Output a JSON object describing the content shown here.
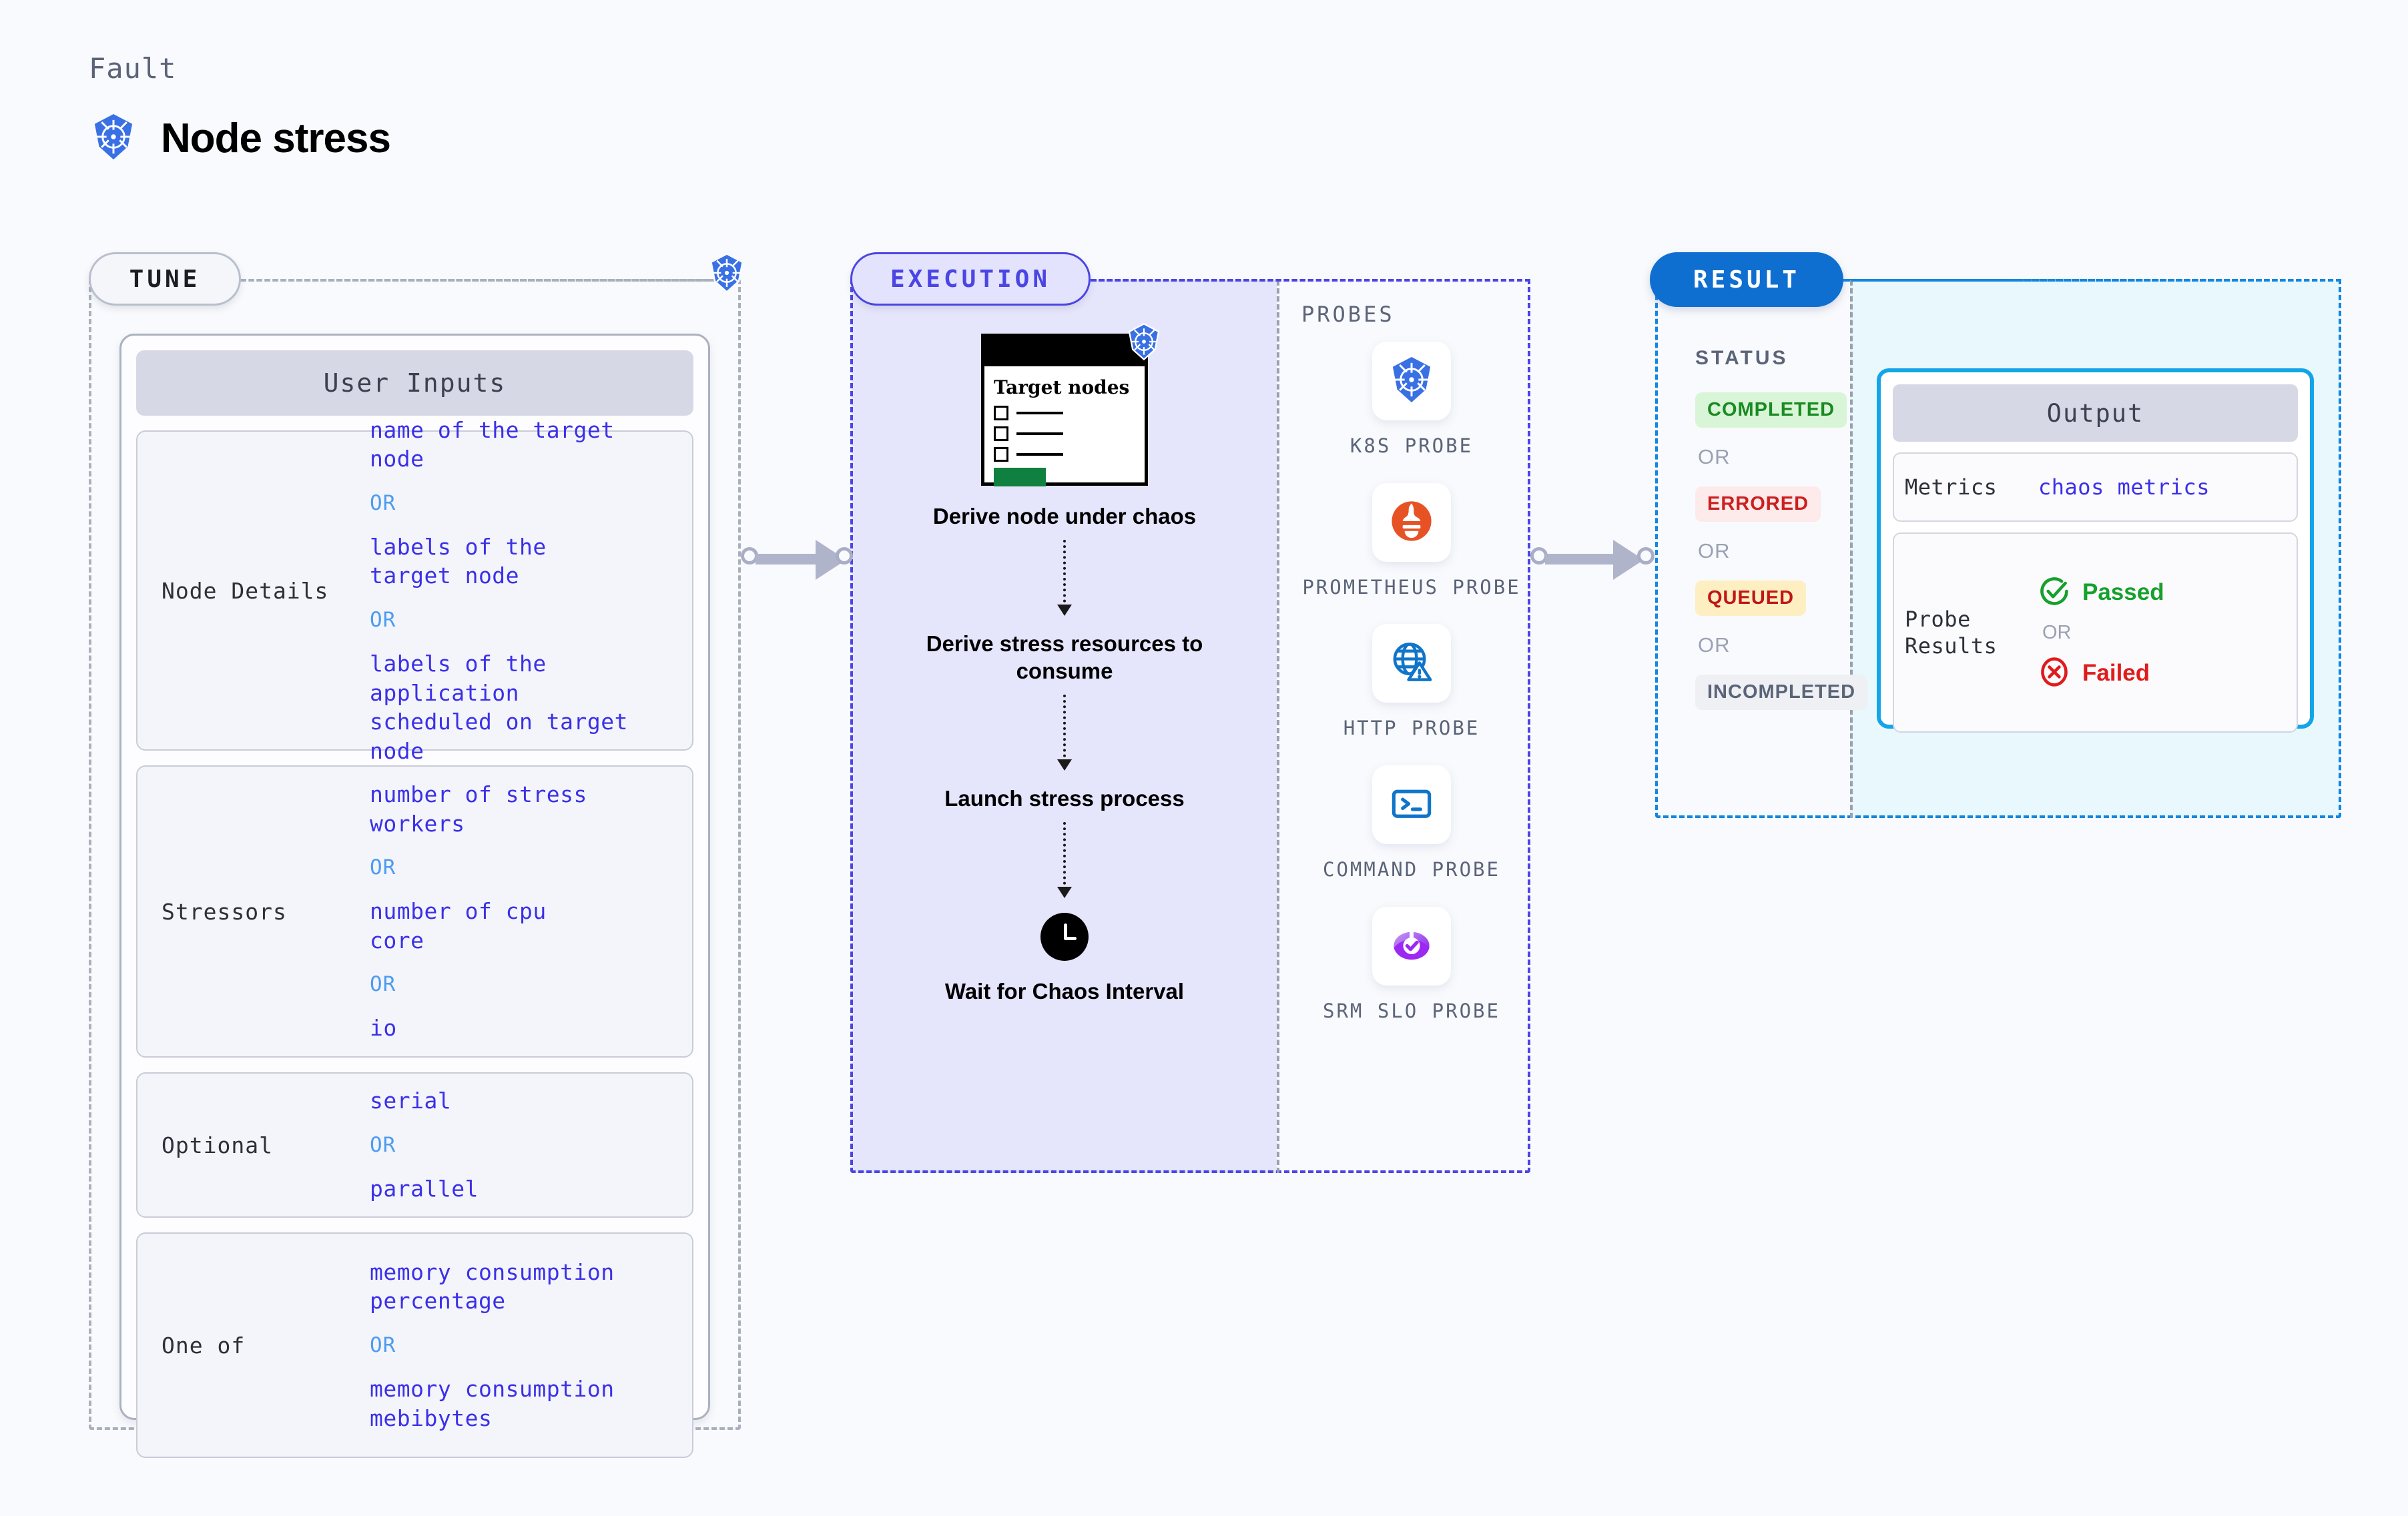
{
  "header": {
    "kicker": "Fault",
    "title": "Node stress",
    "logo_icon": "kubernetes-icon"
  },
  "stages": {
    "tune": {
      "badge": "TUNE"
    },
    "execution": {
      "badge": "EXECUTION"
    },
    "result": {
      "badge": "RESULT"
    }
  },
  "tune": {
    "card_title": "User Inputs",
    "or_text": "OR",
    "groups": [
      {
        "label": "Node Details",
        "values": [
          "name of the target\nnode",
          "labels of the\ntarget node",
          "labels of the application\n scheduled on target node"
        ]
      },
      {
        "label": "Stressors",
        "values": [
          "number of stress\nworkers",
          "number of cpu\ncore",
          "io"
        ]
      },
      {
        "label": "Optional",
        "values": [
          "serial",
          "parallel"
        ]
      },
      {
        "label": "One of",
        "values": [
          "memory consumption\npercentage",
          "memory consumption\nmebibytes"
        ]
      }
    ]
  },
  "execution": {
    "node_window": {
      "heading": "Target\nnodes",
      "badge_icon": "kubernetes-icon",
      "row_count": 3,
      "button_color": "#0f8040"
    },
    "steps": [
      "Derive node under\nchaos",
      "Derive stress\nresources to\nconsume",
      "Launch stress\nprocess",
      "Wait for Chaos\nInterval"
    ],
    "wait_icon": "clock-icon"
  },
  "probes": {
    "title": "PROBES",
    "items": [
      {
        "name": "K8S PROBE",
        "icon": "kubernetes-icon"
      },
      {
        "name": "PROMETHEUS\nPROBE",
        "icon": "prometheus-flame-icon"
      },
      {
        "name": "HTTP PROBE",
        "icon": "globe-warning-icon"
      },
      {
        "name": "COMMAND\nPROBE",
        "icon": "terminal-icon"
      },
      {
        "name": "SRM SLO\nPROBE",
        "icon": "slo-donut-check-icon"
      }
    ]
  },
  "result": {
    "status_title": "STATUS",
    "or_text": "OR",
    "statuses": [
      {
        "label": "COMPLETED",
        "color": "#1a8b23",
        "bg": "#d9f5d7"
      },
      {
        "label": "ERRORED",
        "color": "#cc1f1f",
        "bg": "#fdeaea"
      },
      {
        "label": "QUEUED",
        "color": "#c01616",
        "bg": "#fdefc2"
      },
      {
        "label": "INCOMPLETED",
        "color": "#5b6478",
        "bg": "#eef0f4"
      }
    ],
    "output": {
      "title": "Output",
      "metrics_label": "Metrics",
      "metrics_value": "chaos metrics",
      "probe_label": "Probe\nResults",
      "passed": "Passed",
      "failed": "Failed",
      "or_text": "OR",
      "passed_color": "#16a02c",
      "failed_color": "#e01b1b",
      "border_color": "#13a5e8"
    }
  },
  "colors": {
    "background": "#f9fafd",
    "tune_accent": "#a9b0bd",
    "execution_accent": "#4b45e4",
    "result_accent": "#1286e0",
    "value_blue": "#3b30e8",
    "or_blue": "#4d9cf0"
  }
}
